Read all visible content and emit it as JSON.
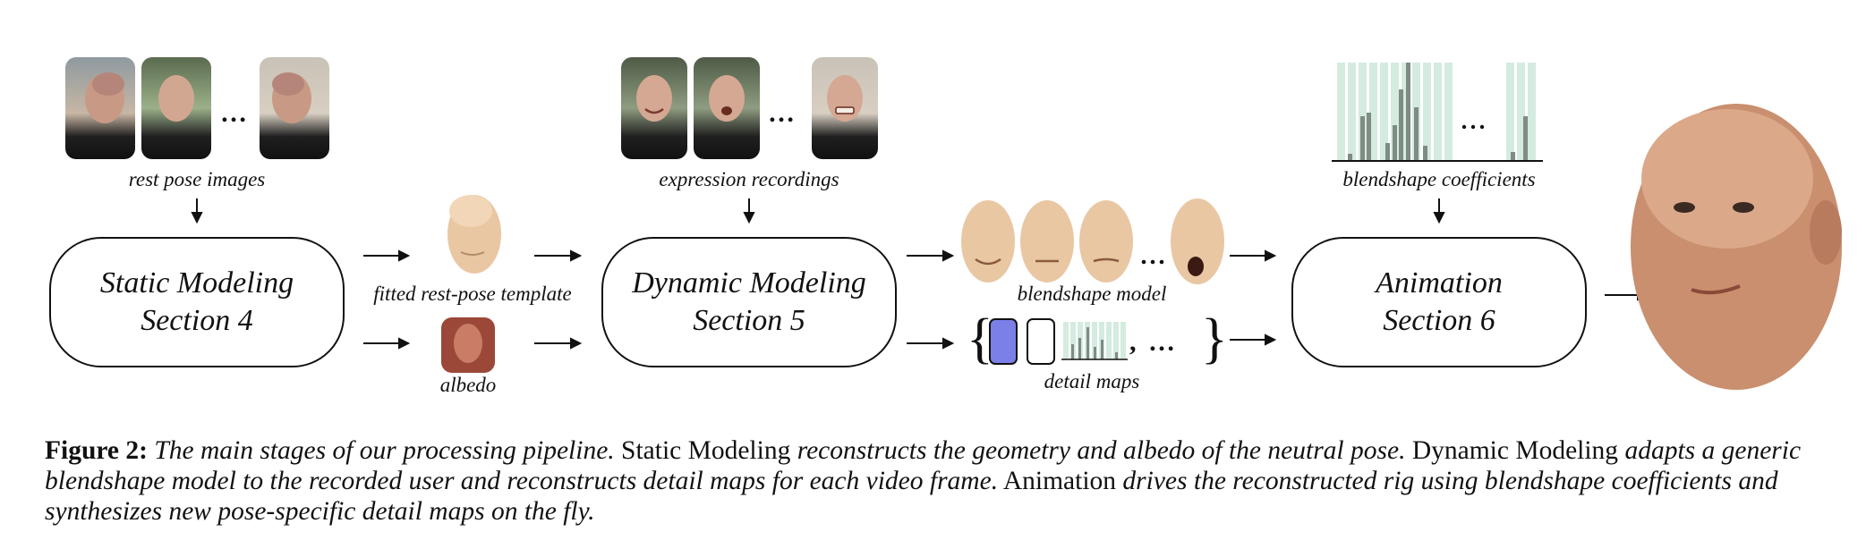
{
  "pipeline": {
    "rest_pose_images_label": "rest pose images",
    "expression_recordings_label": "expression recordings",
    "blendshape_coefficients_label": "blendshape coefficients",
    "fitted_template_label": "fitted rest-pose template",
    "albedo_label": "albedo",
    "blendshape_model_label": "blendshape model",
    "detail_maps_label": "detail maps",
    "ellipsis": "…",
    "detail_maps_ellipsis": ", …",
    "stages": [
      {
        "title": "Static Modeling",
        "section": "Section 4"
      },
      {
        "title": "Dynamic Modeling",
        "section": "Section 5"
      },
      {
        "title": "Animation",
        "section": "Section 6"
      }
    ],
    "brace_open": "{",
    "brace_close": "}"
  },
  "caption": {
    "figure_label": "Figure 2:",
    "sentence_1": "The main stages of our processing pipeline.",
    "term_static": "Static Modeling",
    "sentence_2": "reconstructs the geometry and albedo of the neutral pose.",
    "term_dynamic": "Dynamic Modeling",
    "sentence_3": "adapts a generic blendshape model to the recorded user and reconstructs detail maps for each video frame.",
    "term_animation": "Animation",
    "sentence_4": "drives the reconstructed rig using blendshape coefficients and synthesizes new pose-specific detail maps on the fly."
  },
  "colors": {
    "bar_background": "#d4ebe0",
    "bar_fill": "#7e8c84",
    "detail_map_blue": "#7b7fe8",
    "skin": "#e9c7a3"
  }
}
